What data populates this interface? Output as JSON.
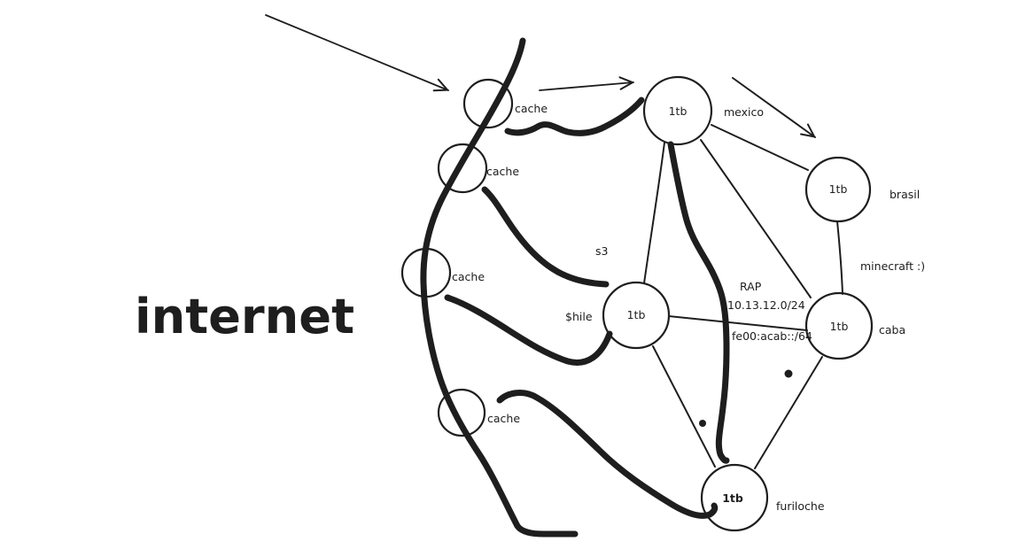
{
  "colors": {
    "ink": "#1e1e1e",
    "background": "#ffffff"
  },
  "title": {
    "text": "internet"
  },
  "cache_nodes": [
    {
      "label": "cache"
    },
    {
      "label": "cache"
    },
    {
      "label": "cache"
    },
    {
      "label": "cache"
    }
  ],
  "storage_nodes": [
    {
      "capacity": "1tb",
      "label": "mexico"
    },
    {
      "capacity": "1tb",
      "label": "brasil"
    },
    {
      "capacity": "1tb",
      "label": "$hile"
    },
    {
      "capacity": "1tb",
      "label": "caba"
    },
    {
      "capacity": "1tb",
      "label": "furiloche"
    }
  ],
  "annotations": {
    "s3": "s3",
    "rap_name": "RAP",
    "ipv4_subnet": "10.13.12.0/24",
    "ipv6_subnet": "fe00:acab::/64",
    "minecraft": "minecraft  :)"
  }
}
